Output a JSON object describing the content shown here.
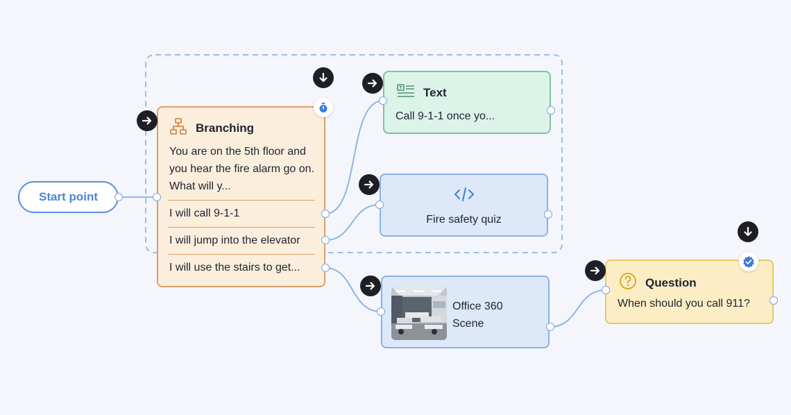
{
  "start": {
    "label": "Start point"
  },
  "branching": {
    "title": "Branching",
    "icon": "sitemap-icon",
    "description": "You are on the 5th floor and you hear the fire alarm go on. What will y...",
    "options": [
      "I will call 9-1-1",
      "I will jump into the elevator",
      "I will use the stairs to get..."
    ],
    "timer_icon": "stopwatch-icon"
  },
  "text_node": {
    "title": "Text",
    "icon": "text-block-icon",
    "body": "Call 9-1-1 once yo..."
  },
  "quiz_node": {
    "icon": "code-icon",
    "label": "Fire safety quiz"
  },
  "scene_node": {
    "label_line1": "Office 360",
    "label_line2": "Scene",
    "image": "office-interior-thumbnail"
  },
  "question_node": {
    "title": "Question",
    "icon": "question-circle-icon",
    "body": "When should you call 911?",
    "status_icon": "verified-check-icon"
  },
  "colors": {
    "canvas": "#f4f6fb",
    "branching_fill": "#fbeedd",
    "branching_border": "#d9a06a",
    "text_fill": "#dcf3ea",
    "text_border": "#7cc3a0",
    "blue_fill": "#dde9f8",
    "blue_border": "#86b2ea",
    "question_fill": "#fcedc5",
    "question_border": "#e6c76a",
    "wire": "#8fb4e6"
  }
}
